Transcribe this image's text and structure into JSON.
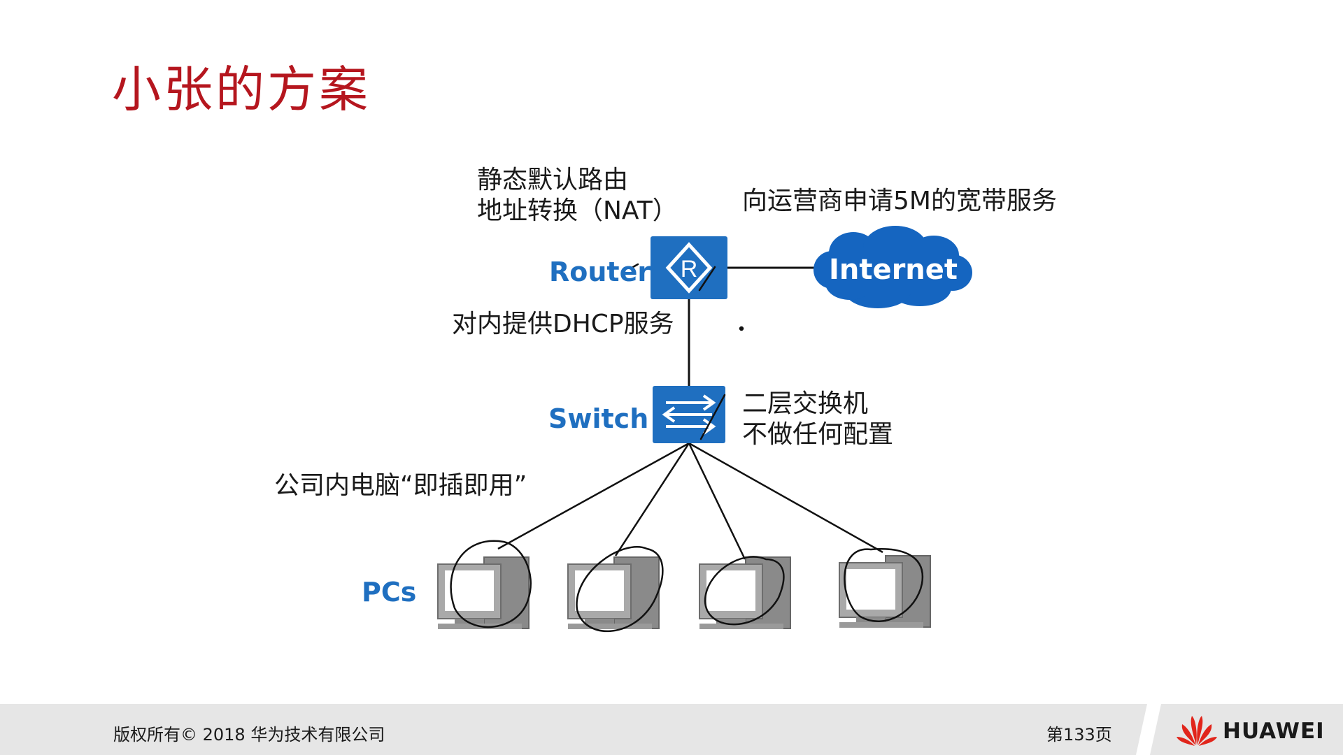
{
  "slide": {
    "title": "小张的方案"
  },
  "notes": {
    "router_functions": [
      "静态默认路由",
      "地址转换（NAT）"
    ],
    "isp": "向运营商申请5M的宽带服务",
    "dhcp": "对内提供DHCP服务",
    "switch_desc": [
      "二层交换机",
      "不做任何配置"
    ],
    "pcs_desc": "公司内电脑“即插即用”"
  },
  "devices": {
    "router": {
      "label": "Router",
      "icon": "router-icon"
    },
    "switch": {
      "label": "Switch",
      "icon": "switch-icon"
    },
    "internet": {
      "label": "Internet",
      "icon": "cloud-icon"
    },
    "pcs": {
      "label": "PCs",
      "icon": "pc-icon",
      "count": 4
    }
  },
  "footer": {
    "copyright": "版权所有© 2018 华为技术有限公司",
    "page": "第133页",
    "brand": "HUAWEI"
  },
  "colors": {
    "title": "#b5161e",
    "device_blue": "#1f6fc0",
    "cloud_blue": "#1565c0",
    "footer_bg": "#e6e6e6",
    "huawei_red": "#e1251b"
  }
}
